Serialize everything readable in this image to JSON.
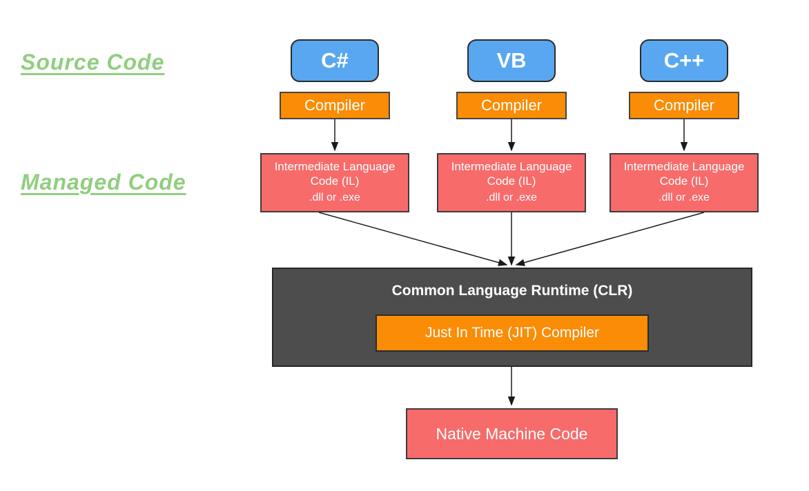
{
  "labels": {
    "source_code": "Source Code",
    "managed_code": "Managed Code"
  },
  "columns": [
    {
      "language": "C#",
      "compiler_label": "Compiler",
      "il_title": "Intermediate Language Code (IL)",
      "il_subtitle": ".dll or .exe"
    },
    {
      "language": "VB",
      "compiler_label": "Compiler",
      "il_title": "Intermediate Language Code (IL)",
      "il_subtitle": ".dll or .exe"
    },
    {
      "language": "C++",
      "compiler_label": "Compiler",
      "il_title": "Intermediate Language Code (IL)",
      "il_subtitle": ".dll or .exe"
    }
  ],
  "clr": {
    "title": "Common Language Runtime (CLR)",
    "jit_label": "Just In Time (JIT) Compiler"
  },
  "native_machine_code_label": "Native Machine Code",
  "colors": {
    "label_green": "#90ce7f",
    "language_blue": "#58a7f0",
    "compiler_orange": "#fb8c05",
    "il_red": "#f76b6b",
    "clr_dark": "#4d4d4d",
    "arrow_black": "#1a1a1a"
  }
}
